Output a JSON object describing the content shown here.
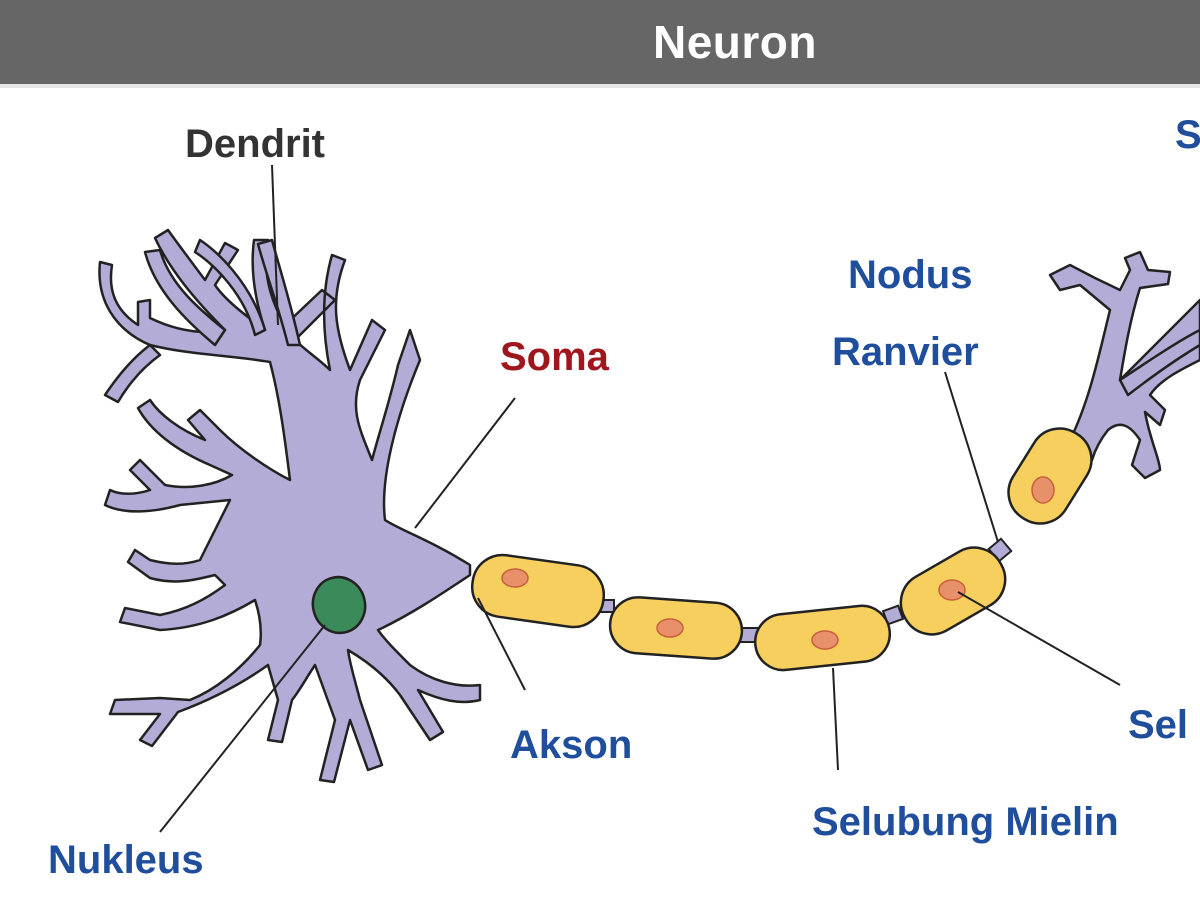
{
  "title": "Neuron",
  "labels": {
    "dendrit": "Dendrit",
    "soma": "Soma",
    "nukleus": "Nukleus",
    "akson": "Akson",
    "nodus": "Nodus",
    "ranvier": "Ranvier",
    "selubung_mielin": "Selubung Mielin",
    "sel_partial": "Sel",
    "s_partial": "S"
  },
  "colors": {
    "title_bar": "#666666",
    "cell_body": "#b3acd6",
    "myelin": "#f7cf5e",
    "nucleus": "#3a8a5a",
    "schwann_nucleus": "#e8906a",
    "label_blue": "#1f4e9c",
    "label_red": "#a0161d",
    "label_dark": "#333333"
  }
}
